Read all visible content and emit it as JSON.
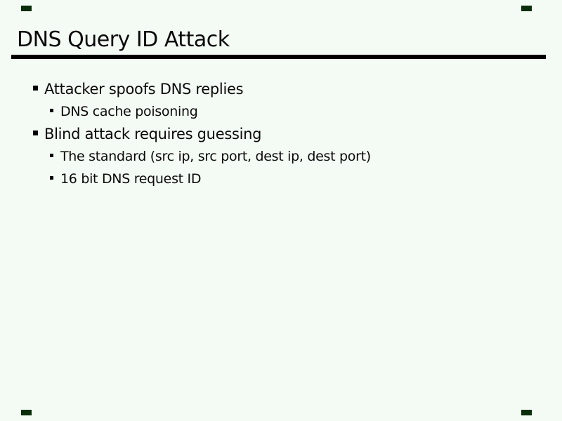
{
  "slide": {
    "title": "DNS Query ID Attack",
    "bullets": [
      {
        "level": 1,
        "text": "Attacker spoofs DNS replies"
      },
      {
        "level": 2,
        "text": "DNS cache poisoning"
      },
      {
        "level": 1,
        "text": "Blind attack requires guessing"
      },
      {
        "level": 2,
        "text": "The standard (src ip, src port, dest ip, dest port)"
      },
      {
        "level": 2,
        "text": "16 bit DNS request ID"
      }
    ],
    "colors": {
      "background": "#f4faf4",
      "text": "#0a0a0a",
      "rule": "#000000",
      "corner_mark": "#0a2e0a"
    }
  }
}
